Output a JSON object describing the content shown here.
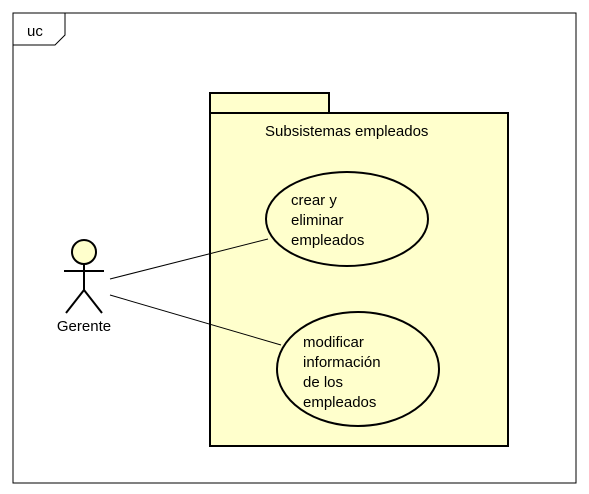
{
  "frame": {
    "label": "uc"
  },
  "package": {
    "title": "Subsistemas empleados",
    "fill": "#ffffcc"
  },
  "actor": {
    "name": "Gerente",
    "fill": "#ffffcc"
  },
  "use_cases": [
    {
      "id": "uc1",
      "lines": [
        "crear y",
        "eliminar",
        "empleados"
      ]
    },
    {
      "id": "uc2",
      "lines": [
        "modificar",
        "información",
        "de los",
        "empleados"
      ]
    }
  ],
  "associations": [
    {
      "from": "Gerente",
      "to": "uc1"
    },
    {
      "from": "Gerente",
      "to": "uc2"
    }
  ]
}
